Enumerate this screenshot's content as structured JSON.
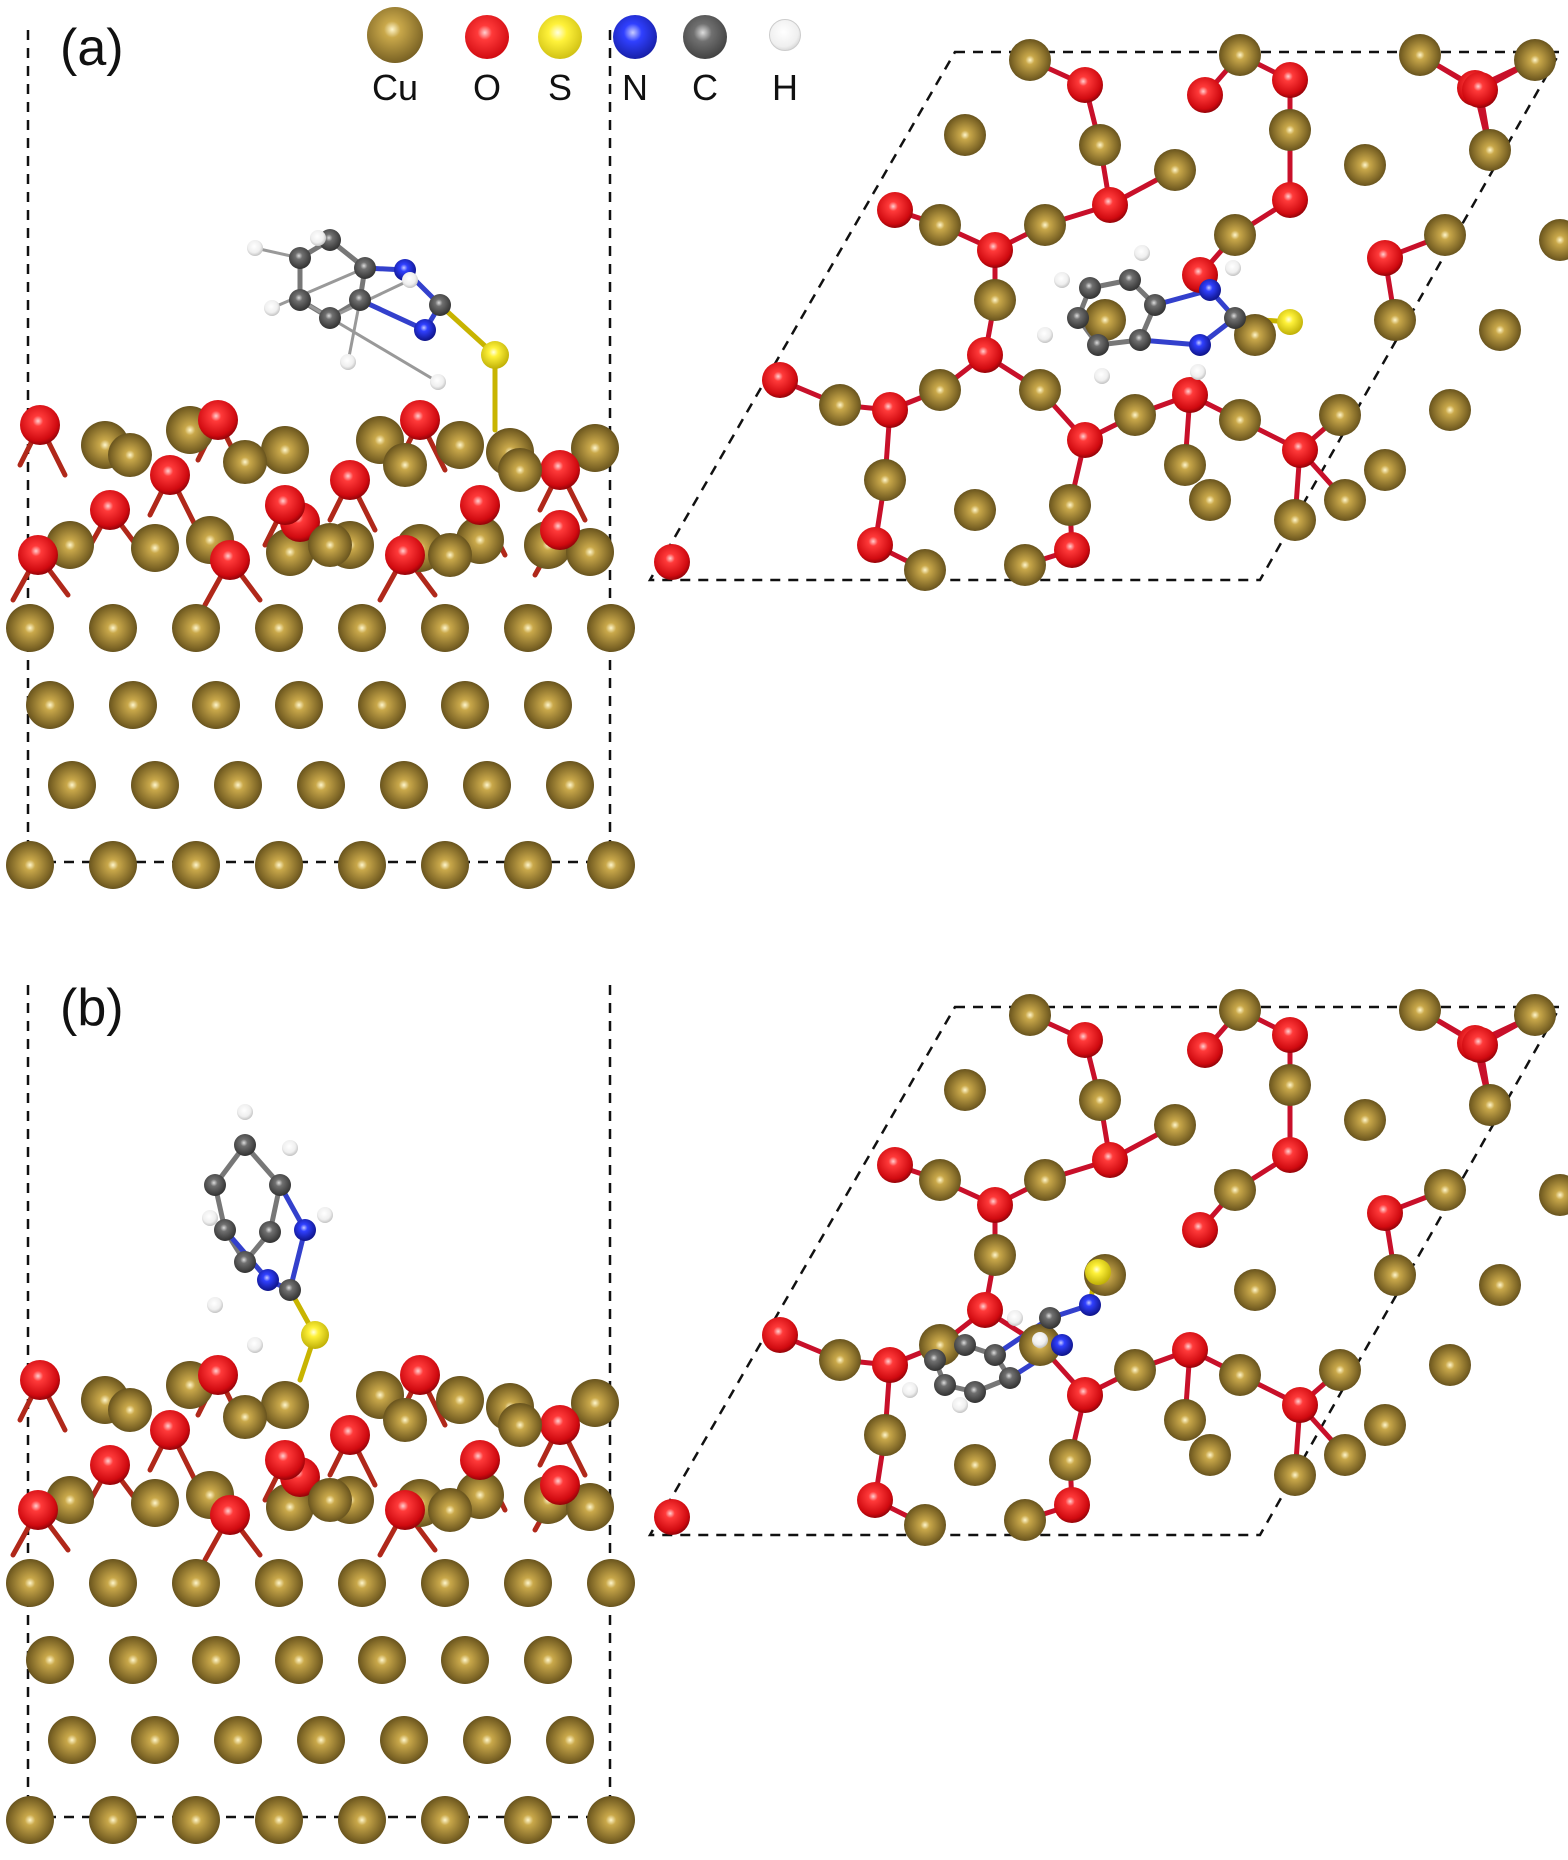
{
  "panels": [
    {
      "label": "(a)"
    },
    {
      "label": "(b)"
    }
  ],
  "legend": [
    {
      "symbol": "Cu",
      "color": "#8a7230"
    },
    {
      "symbol": "O",
      "color": "#e8141a"
    },
    {
      "symbol": "S",
      "color": "#f2ea10"
    },
    {
      "symbol": "N",
      "color": "#1c24e0"
    },
    {
      "symbol": "C",
      "color": "#555555"
    },
    {
      "symbol": "H",
      "color": "#f4f4f4"
    }
  ],
  "colors": {
    "cu": "#8a7230",
    "o": "#e8141a",
    "s": "#f2ea10",
    "n": "#1c24e0",
    "c": "#555555",
    "h": "#f4f4f4",
    "cell_line": "#111111"
  }
}
